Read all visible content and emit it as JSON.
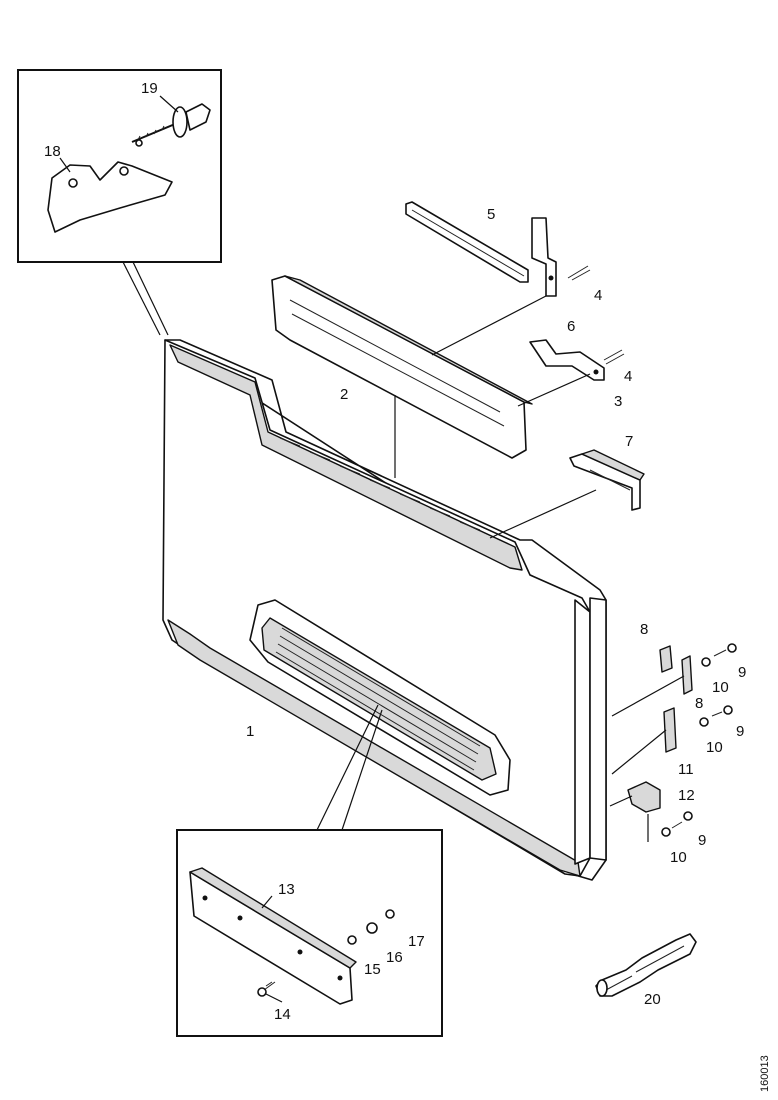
{
  "figure": {
    "reference_code": "160013",
    "callouts": [
      {
        "id": "c1",
        "text": "1"
      },
      {
        "id": "c2",
        "text": "2"
      },
      {
        "id": "c3",
        "text": "3"
      },
      {
        "id": "c4a",
        "text": "4"
      },
      {
        "id": "c4b",
        "text": "4"
      },
      {
        "id": "c5",
        "text": "5"
      },
      {
        "id": "c6",
        "text": "6"
      },
      {
        "id": "c7",
        "text": "7"
      },
      {
        "id": "c8a",
        "text": "8"
      },
      {
        "id": "c8b",
        "text": "8"
      },
      {
        "id": "c9a",
        "text": "9"
      },
      {
        "id": "c9b",
        "text": "9"
      },
      {
        "id": "c9c",
        "text": "9"
      },
      {
        "id": "c10a",
        "text": "10"
      },
      {
        "id": "c10b",
        "text": "10"
      },
      {
        "id": "c10c",
        "text": "10"
      },
      {
        "id": "c11",
        "text": "11"
      },
      {
        "id": "c12",
        "text": "12"
      },
      {
        "id": "c13",
        "text": "13"
      },
      {
        "id": "c14",
        "text": "14"
      },
      {
        "id": "c15",
        "text": "15"
      },
      {
        "id": "c16",
        "text": "16"
      },
      {
        "id": "c17",
        "text": "17"
      },
      {
        "id": "c18",
        "text": "18"
      },
      {
        "id": "c19",
        "text": "19"
      },
      {
        "id": "c20",
        "text": "20"
      }
    ]
  }
}
